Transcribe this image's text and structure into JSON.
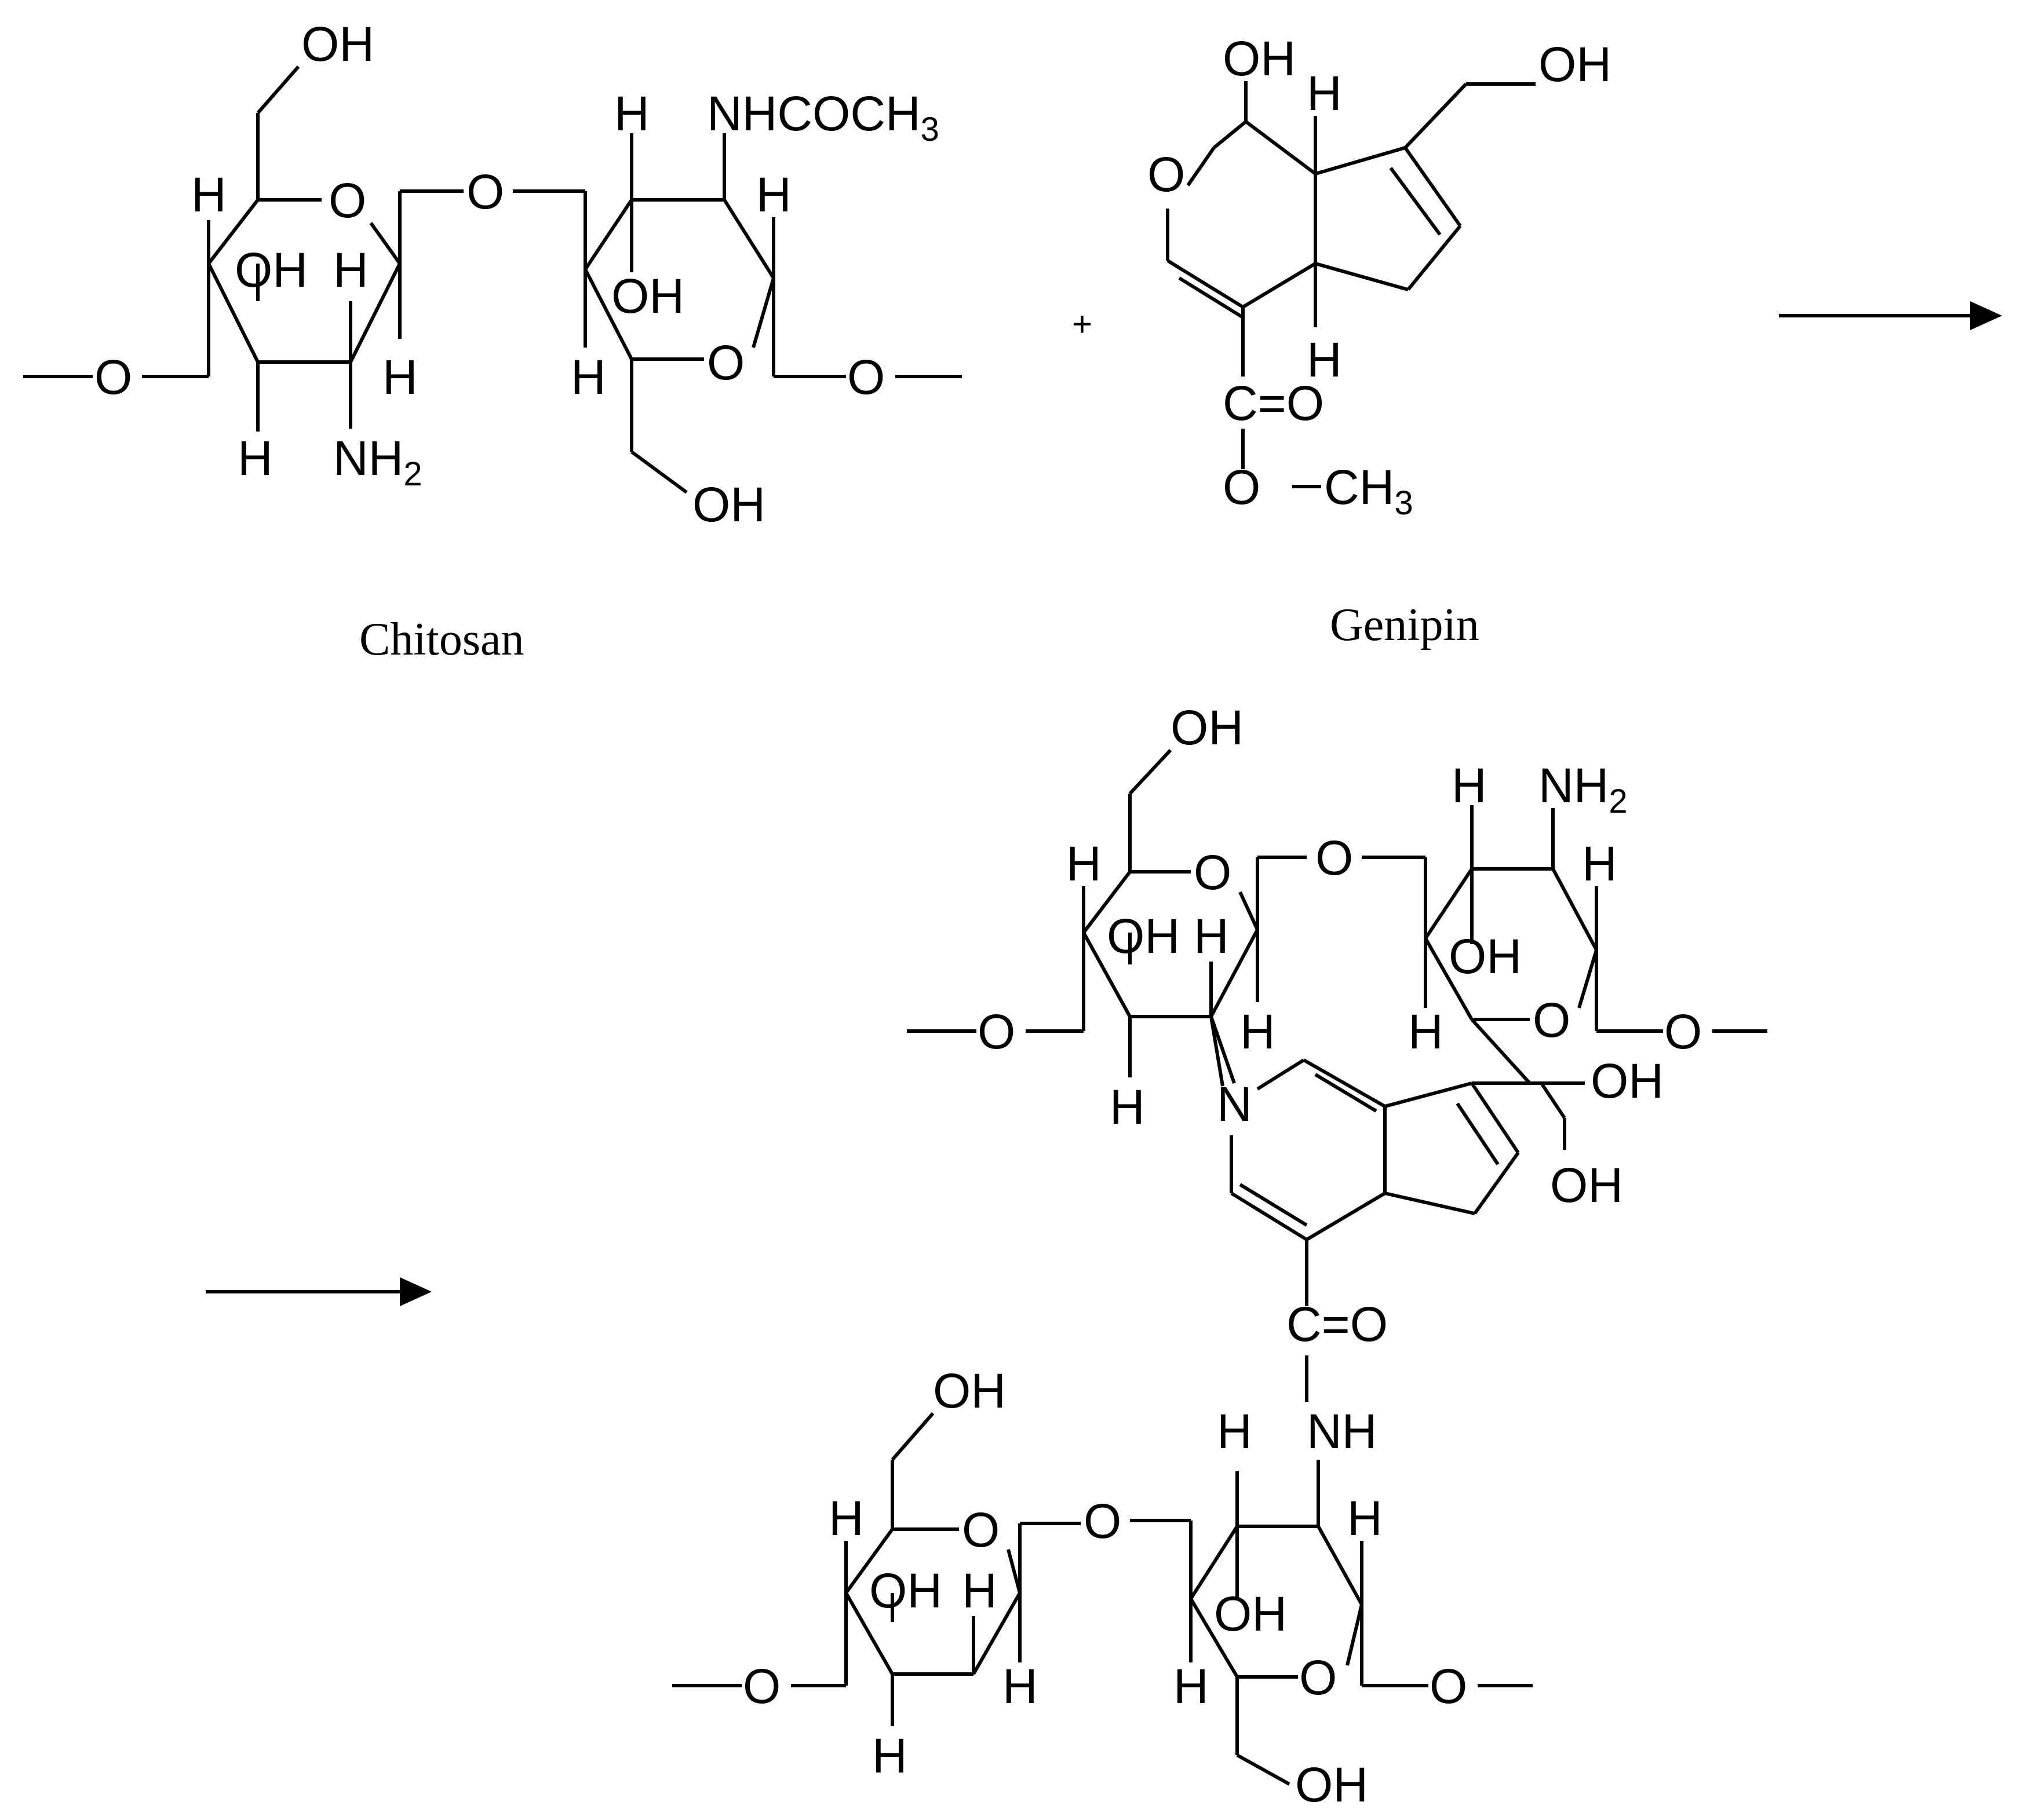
{
  "reactants": {
    "chitosan": {
      "name": "Chitosan"
    },
    "plus": "+",
    "genipin": {
      "name": "Genipin"
    }
  },
  "labels": {
    "O": "O",
    "OH": "OH",
    "H": "H",
    "N": "N",
    "NH": "NH",
    "NH2": "NH",
    "NHCOCH3": "NHCOCH",
    "CH3": "CH",
    "C_eq_O": "C=O",
    "sub2": "2",
    "sub3": "3"
  }
}
